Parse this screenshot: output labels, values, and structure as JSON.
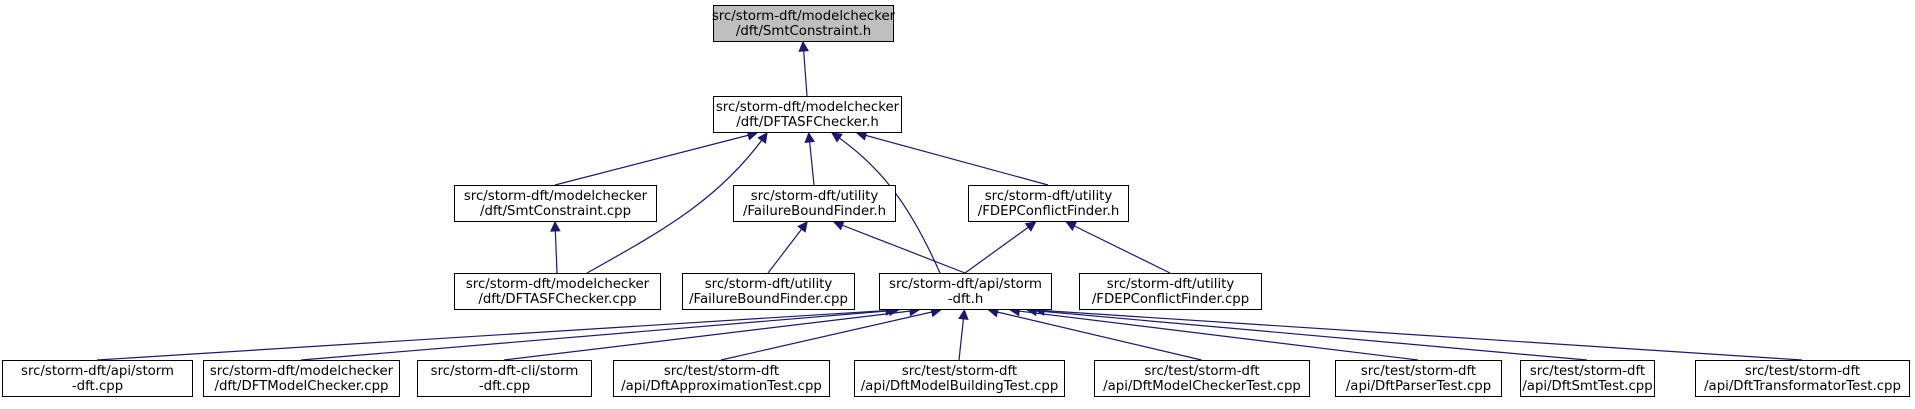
{
  "nodes": [
    {
      "id": "n0",
      "lines": [
        "src/storm-dft/modelchecker",
        "/dft/SmtConstraint.h"
      ],
      "highlighted": true
    },
    {
      "id": "n1",
      "lines": [
        "src/storm-dft/modelchecker",
        "/dft/DFTASFChecker.h"
      ]
    },
    {
      "id": "n2",
      "lines": [
        "src/storm-dft/modelchecker",
        "/dft/SmtConstraint.cpp"
      ]
    },
    {
      "id": "n3",
      "lines": [
        "src/storm-dft/utility",
        "/FailureBoundFinder.h"
      ]
    },
    {
      "id": "n4",
      "lines": [
        "src/storm-dft/utility",
        "/FDEPConflictFinder.h"
      ]
    },
    {
      "id": "n5",
      "lines": [
        "src/storm-dft/modelchecker",
        "/dft/DFTASFChecker.cpp"
      ]
    },
    {
      "id": "n6",
      "lines": [
        "src/storm-dft/utility",
        "/FailureBoundFinder.cpp"
      ]
    },
    {
      "id": "n7",
      "lines": [
        "src/storm-dft/api/storm",
        "-dft.h"
      ]
    },
    {
      "id": "n8",
      "lines": [
        "src/storm-dft/utility",
        "/FDEPConflictFinder.cpp"
      ]
    },
    {
      "id": "n9",
      "lines": [
        "src/storm-dft/api/storm",
        "-dft.cpp"
      ]
    },
    {
      "id": "n10",
      "lines": [
        "src/storm-dft/modelchecker",
        "/dft/DFTModelChecker.cpp"
      ]
    },
    {
      "id": "n11",
      "lines": [
        "src/storm-dft-cli/storm",
        "-dft.cpp"
      ]
    },
    {
      "id": "n12",
      "lines": [
        "src/test/storm-dft",
        "/api/DftApproximationTest.cpp"
      ]
    },
    {
      "id": "n13",
      "lines": [
        "src/test/storm-dft",
        "/api/DftModelBuildingTest.cpp"
      ]
    },
    {
      "id": "n14",
      "lines": [
        "src/test/storm-dft",
        "/api/DftModelCheckerTest.cpp"
      ]
    },
    {
      "id": "n15",
      "lines": [
        "src/test/storm-dft",
        "/api/DftParserTest.cpp"
      ]
    },
    {
      "id": "n16",
      "lines": [
        "src/test/storm-dft",
        "/api/DftSmtTest.cpp"
      ]
    },
    {
      "id": "n17",
      "lines": [
        "src/test/storm-dft",
        "/api/DftTransformatorTest.cpp"
      ]
    }
  ],
  "edges": [
    {
      "from": "n1",
      "to": "n0"
    },
    {
      "from": "n2",
      "to": "n1"
    },
    {
      "from": "n5",
      "to": "n1"
    },
    {
      "from": "n3",
      "to": "n1"
    },
    {
      "from": "n7",
      "to": "n1"
    },
    {
      "from": "n4",
      "to": "n1"
    },
    {
      "from": "n5",
      "to": "n2"
    },
    {
      "from": "n6",
      "to": "n3"
    },
    {
      "from": "n7",
      "to": "n3"
    },
    {
      "from": "n7",
      "to": "n4"
    },
    {
      "from": "n8",
      "to": "n4"
    },
    {
      "from": "n9",
      "to": "n7"
    },
    {
      "from": "n10",
      "to": "n7"
    },
    {
      "from": "n11",
      "to": "n7"
    },
    {
      "from": "n12",
      "to": "n7"
    },
    {
      "from": "n13",
      "to": "n7"
    },
    {
      "from": "n14",
      "to": "n7"
    },
    {
      "from": "n15",
      "to": "n7"
    },
    {
      "from": "n16",
      "to": "n7"
    },
    {
      "from": "n17",
      "to": "n7"
    }
  ]
}
